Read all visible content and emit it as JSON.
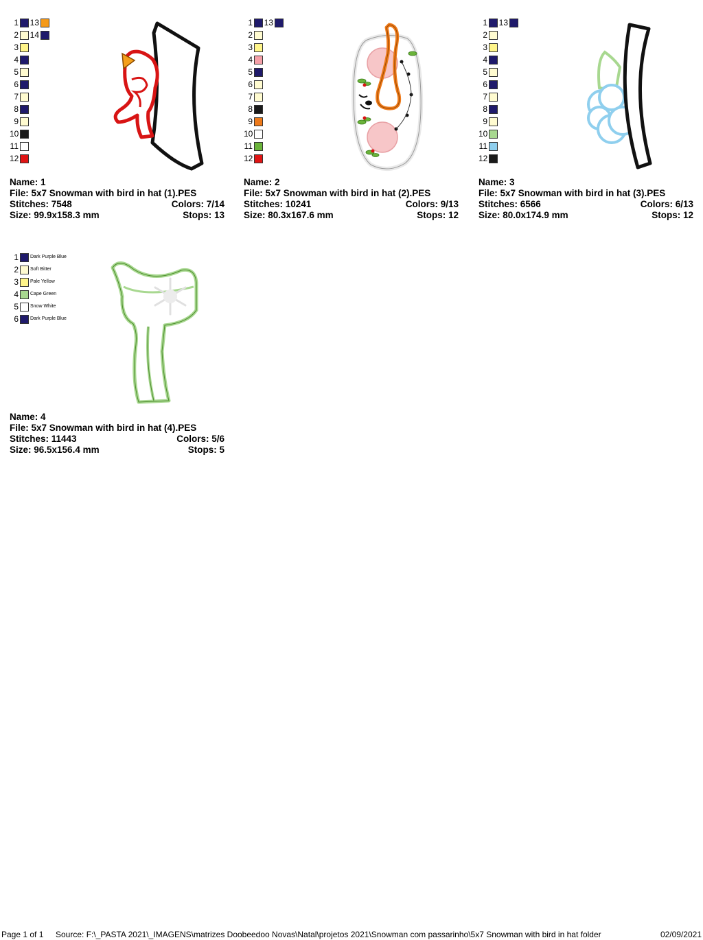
{
  "designs": [
    {
      "name_label": "Name: 1",
      "file_label": "File: 5x7 Snowman with bird in hat (1).PES",
      "stitches_label": "Stitches: 7548",
      "colors_label": "Colors: 7/14",
      "size_label": "Size: 99.9x158.3 mm",
      "stops_label": "Stops: 13",
      "swatches": [
        {
          "num": "1",
          "color": "#1f1a6b"
        },
        {
          "num": "2",
          "color": "#fffbd0"
        },
        {
          "num": "3",
          "color": "#fff58a"
        },
        {
          "num": "4",
          "color": "#1f1a6b"
        },
        {
          "num": "5",
          "color": "#fffbd0"
        },
        {
          "num": "6",
          "color": "#1f1a6b"
        },
        {
          "num": "7",
          "color": "#fffbd0"
        },
        {
          "num": "8",
          "color": "#1f1a6b"
        },
        {
          "num": "9",
          "color": "#fffbd0"
        },
        {
          "num": "10",
          "color": "#1a1a1a"
        },
        {
          "num": "11",
          "color": "#ffffff"
        },
        {
          "num": "12",
          "color": "#e01515"
        },
        {
          "num": "13",
          "color": "#f59a1a"
        },
        {
          "num": "14",
          "color": "#1f1a6b"
        }
      ]
    },
    {
      "name_label": "Name: 2",
      "file_label": "File: 5x7 Snowman with bird in hat (2).PES",
      "stitches_label": "Stitches: 10241",
      "colors_label": "Colors: 9/13",
      "size_label": "Size: 80.3x167.6 mm",
      "stops_label": "Stops: 12",
      "swatches": [
        {
          "num": "1",
          "color": "#1f1a6b"
        },
        {
          "num": "2",
          "color": "#fffbd0"
        },
        {
          "num": "3",
          "color": "#fff58a"
        },
        {
          "num": "4",
          "color": "#f5a0a8"
        },
        {
          "num": "5",
          "color": "#1f1a6b"
        },
        {
          "num": "6",
          "color": "#fffbd0"
        },
        {
          "num": "7",
          "color": "#fffbd0"
        },
        {
          "num": "8",
          "color": "#1a1a1a"
        },
        {
          "num": "9",
          "color": "#ee7a1a"
        },
        {
          "num": "10",
          "color": "#ffffff"
        },
        {
          "num": "11",
          "color": "#6ab33a"
        },
        {
          "num": "12",
          "color": "#e01515"
        },
        {
          "num": "13",
          "color": "#1f1a6b"
        }
      ]
    },
    {
      "name_label": "Name: 3",
      "file_label": "File: 5x7 Snowman with bird in hat (3).PES",
      "stitches_label": "Stitches: 6566",
      "colors_label": "Colors: 6/13",
      "size_label": "Size: 80.0x174.9 mm",
      "stops_label": "Stops: 12",
      "swatches": [
        {
          "num": "1",
          "color": "#1f1a6b"
        },
        {
          "num": "2",
          "color": "#fffbd0"
        },
        {
          "num": "3",
          "color": "#fff58a"
        },
        {
          "num": "4",
          "color": "#1f1a6b"
        },
        {
          "num": "5",
          "color": "#fffbd0"
        },
        {
          "num": "6",
          "color": "#1f1a6b"
        },
        {
          "num": "7",
          "color": "#fffbd0"
        },
        {
          "num": "8",
          "color": "#1f1a6b"
        },
        {
          "num": "9",
          "color": "#fffbd0"
        },
        {
          "num": "10",
          "color": "#a8d890"
        },
        {
          "num": "11",
          "color": "#8fcfee"
        },
        {
          "num": "12",
          "color": "#1a1a1a"
        },
        {
          "num": "13",
          "color": "#1f1a6b"
        }
      ]
    },
    {
      "name_label": "Name: 4",
      "file_label": "File: 5x7 Snowman with bird in hat (4).PES",
      "stitches_label": "Stitches: 11443",
      "colors_label": "Colors: 5/6",
      "size_label": "Size: 96.5x156.4 mm",
      "stops_label": "Stops: 5",
      "swatches": [
        {
          "num": "1",
          "color": "#1f1a6b",
          "label": "Dark Purple Blue"
        },
        {
          "num": "2",
          "color": "#fffbd0",
          "label": "Soft Bitter"
        },
        {
          "num": "3",
          "color": "#fff58a",
          "label": "Pale Yellow"
        },
        {
          "num": "4",
          "color": "#a8d890",
          "label": "Cape Green"
        },
        {
          "num": "5",
          "color": "#ffffff",
          "label": "Snow White"
        },
        {
          "num": "6",
          "color": "#1f1a6b",
          "label": "Dark Purple Blue"
        }
      ]
    }
  ],
  "footer": {
    "page": "Page 1 of 1",
    "source": "Source: F:\\_PASTA 2021\\_IMAGENS\\matrizes Doobeedoo Novas\\Natal\\projetos 2021\\Snowman com passarinho\\5x7 Snowman with bird in hat folder",
    "date": "02/09/2021"
  }
}
